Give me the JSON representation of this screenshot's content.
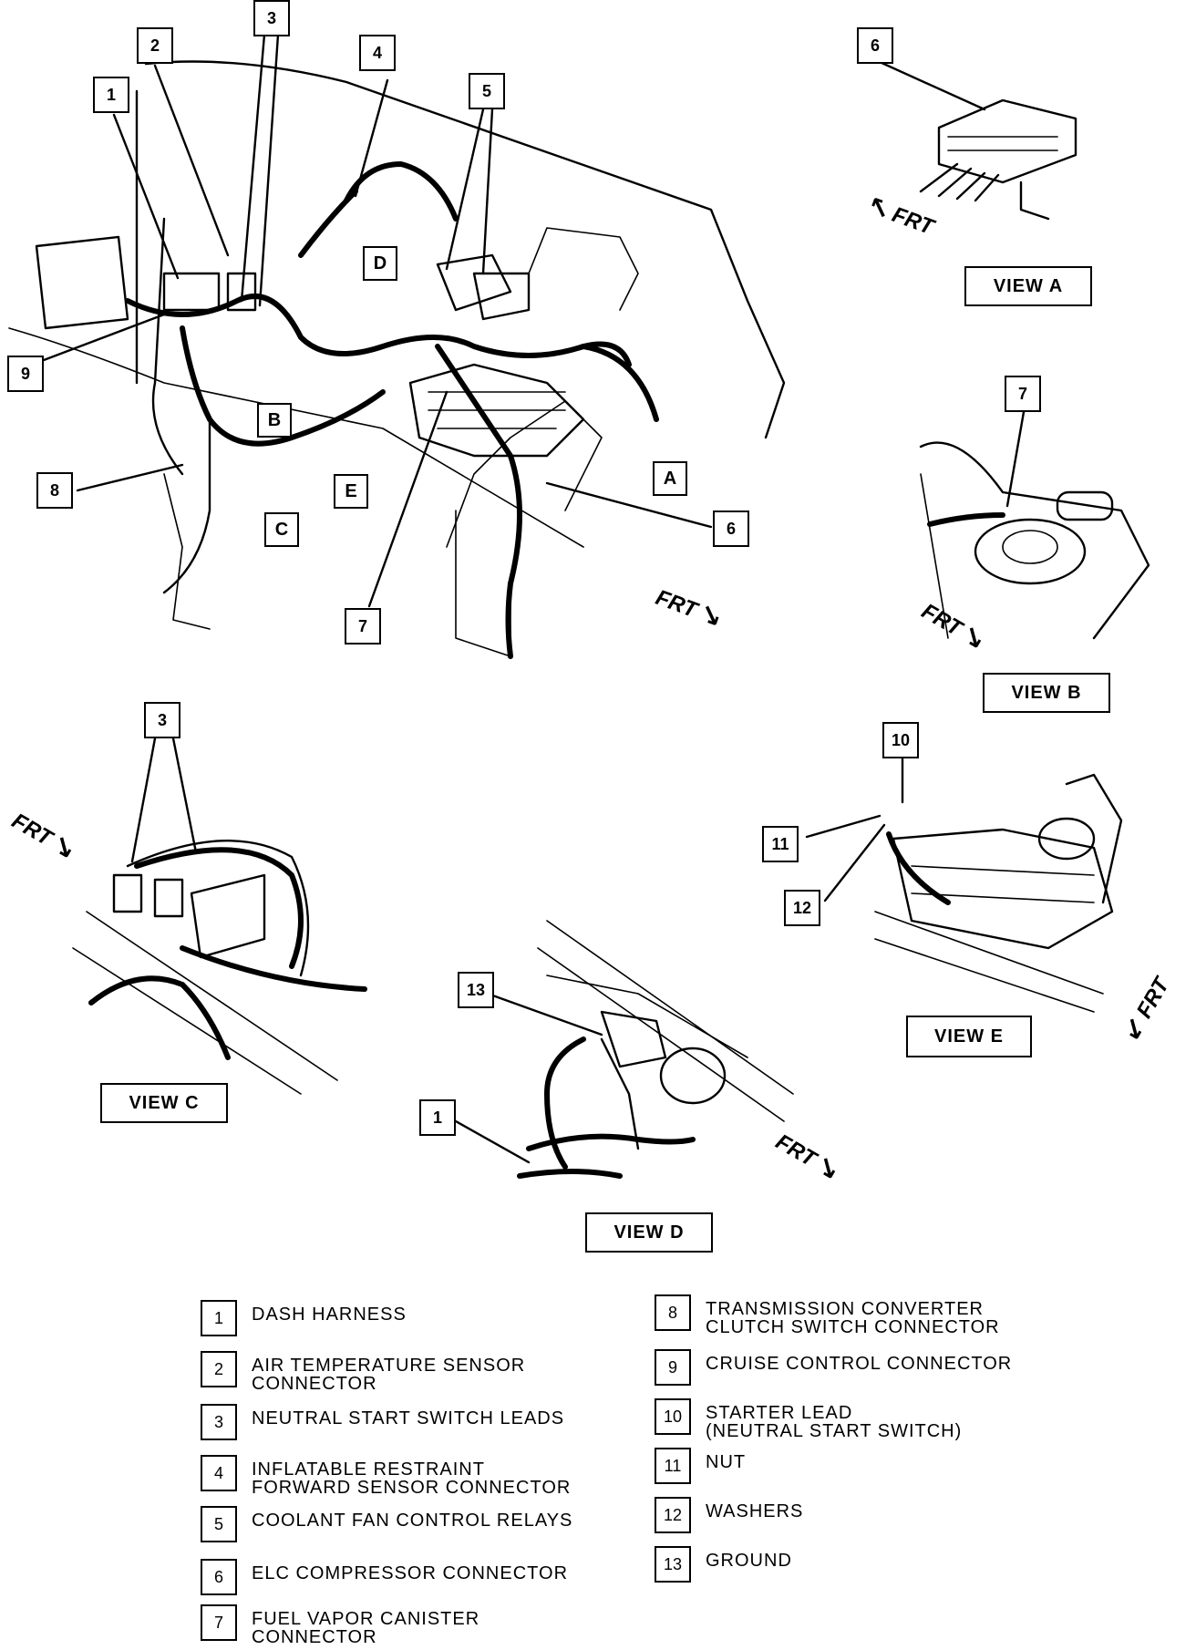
{
  "callouts": {
    "n1": "1",
    "n2": "2",
    "n3": "3",
    "n4": "4",
    "n5": "5",
    "n6": "6",
    "n7": "7",
    "n8": "8",
    "n9": "9",
    "n10": "10",
    "n11": "11",
    "n12": "12",
    "n13": "13"
  },
  "view_letters": {
    "a": "A",
    "b": "B",
    "c": "C",
    "d": "D",
    "e": "E"
  },
  "view_labels": {
    "a": "VIEW A",
    "b": "VIEW B",
    "c": "VIEW C",
    "d": "VIEW D",
    "e": "VIEW E"
  },
  "frt_text": "FRT",
  "legend": [
    {
      "num": "1",
      "text": "DASH HARNESS"
    },
    {
      "num": "2",
      "text": "AIR TEMPERATURE SENSOR\nCONNECTOR"
    },
    {
      "num": "3",
      "text": "NEUTRAL START SWITCH LEADS"
    },
    {
      "num": "4",
      "text": "INFLATABLE RESTRAINT\nFORWARD SENSOR CONNECTOR"
    },
    {
      "num": "5",
      "text": "COOLANT FAN CONTROL RELAYS"
    },
    {
      "num": "6",
      "text": "ELC COMPRESSOR CONNECTOR"
    },
    {
      "num": "7",
      "text": "FUEL VAPOR CANISTER\nCONNECTOR"
    },
    {
      "num": "8",
      "text": "TRANSMISSION CONVERTER\nCLUTCH SWITCH CONNECTOR"
    },
    {
      "num": "9",
      "text": "CRUISE CONTROL CONNECTOR"
    },
    {
      "num": "10",
      "text": "STARTER LEAD\n(NEUTRAL START SWITCH)"
    },
    {
      "num": "11",
      "text": "NUT"
    },
    {
      "num": "12",
      "text": "WASHERS"
    },
    {
      "num": "13",
      "text": "GROUND"
    }
  ]
}
